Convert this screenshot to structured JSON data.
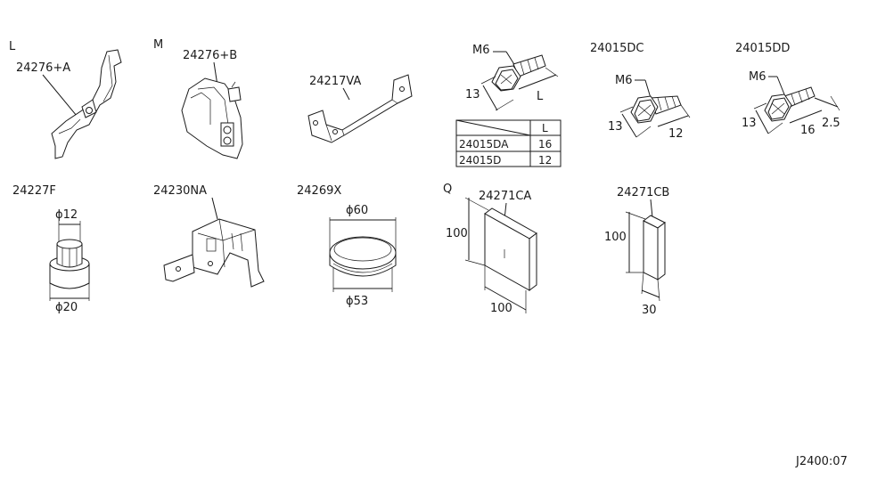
{
  "section_letters": {
    "l": "L",
    "m": "M",
    "q": "Q"
  },
  "parts": {
    "p24276a": "24276+A",
    "p24276b": "24276+B",
    "p24217va": "24217VA",
    "p24227f": "24227F",
    "p24230na": "24230NA",
    "p24269x": "24269X",
    "p24015dc": "24015DC",
    "p24015dd": "24015DD",
    "p24271ca": "24271CA",
    "p24271cb": "24271CB"
  },
  "dims": {
    "bolt1_thread": "M6",
    "bolt1_head": "13",
    "bolt1_len": "L",
    "dc_thread": "M6",
    "dc_head": "13",
    "dc_len": "12",
    "dd_thread": "M6",
    "dd_head": "13",
    "dd_len": "16",
    "dd_tip": "2.5",
    "f_top": "ϕ12",
    "f_bottom": "ϕ20",
    "x_top": "ϕ60",
    "x_bottom": "ϕ53",
    "ca_height": "100",
    "ca_width": "100",
    "cb_height": "100",
    "cb_width": "30"
  },
  "length_table": {
    "header_len": "L",
    "rows": [
      {
        "part": "24015DA",
        "len": "16"
      },
      {
        "part": "24015D",
        "len": "12"
      }
    ]
  },
  "footer": {
    "code": "J2400:07"
  }
}
